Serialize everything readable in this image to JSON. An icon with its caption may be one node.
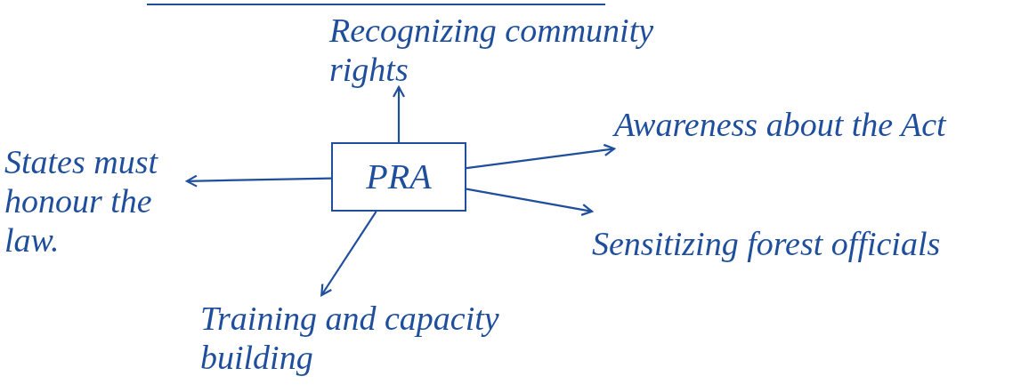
{
  "diagram": {
    "nodes": [
      {
        "text": [
          "PRA"
        ]
      },
      {
        "text": [
          "Recognizing community rights"
        ]
      },
      {
        "text": [
          "Awareness about the Act"
        ]
      },
      {
        "text": [
          "Sensitizing forest officials"
        ]
      },
      {
        "text": [
          "Training and capacity building"
        ]
      },
      {
        "text": [
          "States must honour the law."
        ]
      }
    ],
    "edges": [
      {
        "from": 0,
        "to": 1,
        "arrow": "to"
      },
      {
        "from": 0,
        "to": 2,
        "arrow": "to"
      },
      {
        "from": 0,
        "to": 3,
        "arrow": "to"
      },
      {
        "from": 0,
        "to": 4,
        "arrow": "to"
      },
      {
        "from": 0,
        "to": 5,
        "arrow": "to"
      }
    ]
  }
}
